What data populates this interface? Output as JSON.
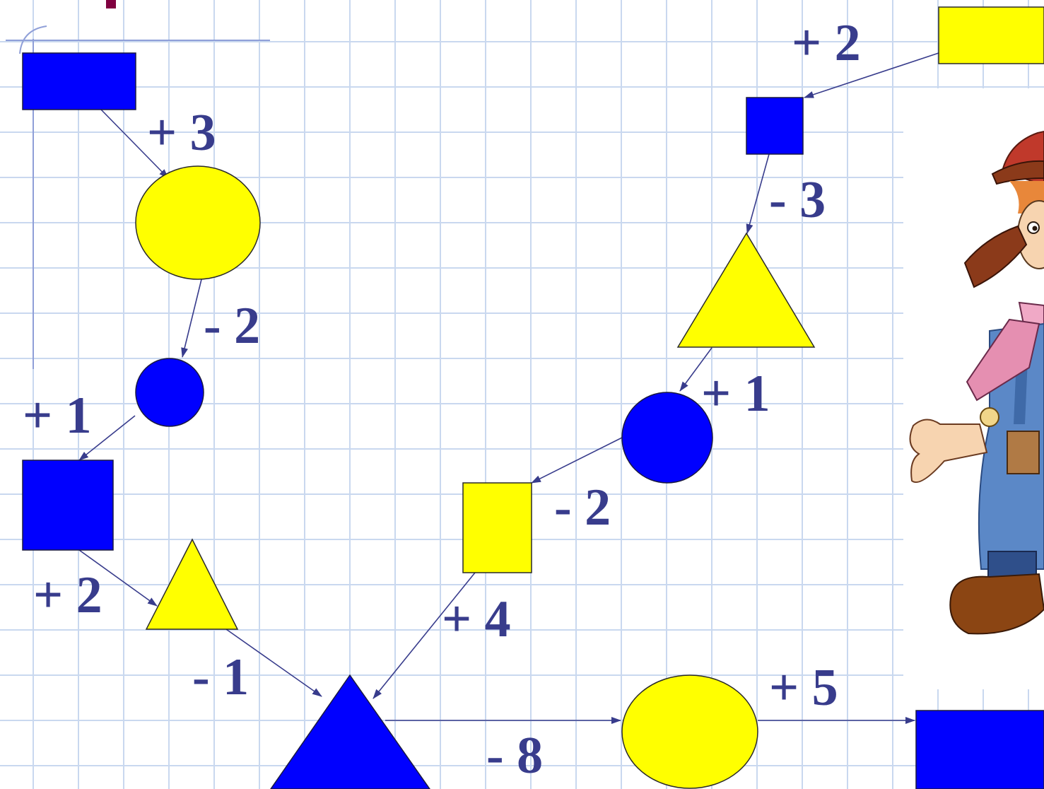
{
  "operations": [
    "+ 3",
    "- 2",
    "+ 1",
    "+ 2",
    "- 1",
    "+ 4",
    "- 2",
    "+ 1",
    "- 3",
    "+ 2",
    "- 8",
    "+ 5"
  ],
  "colors": {
    "blue_shape": "#0000ff",
    "yellow_shape": "#ffff00",
    "label_text": "#383c8c",
    "arrow": "#383c8c",
    "grid": "#c9d8ef"
  },
  "illustration": "cartoon-character"
}
